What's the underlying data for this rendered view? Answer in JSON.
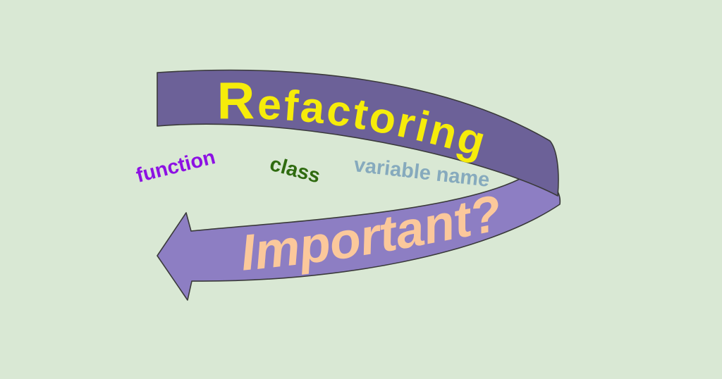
{
  "canvas": {
    "background_color": "#d9e8d4",
    "outline_color": "#3a3a3a"
  },
  "ribbon": {
    "top_band": {
      "label": "Refactoring",
      "label_initial": "R",
      "label_rest": "efactoring",
      "band_color": "#6c6198",
      "text_color": "#f6ec0a"
    },
    "bottom_band": {
      "label": "Important?",
      "band_color": "#8d7ec3",
      "text_color": "#fbc89b"
    }
  },
  "keywords": [
    {
      "label": "function",
      "color": "#8d11e3"
    },
    {
      "label": "class",
      "color": "#2f6b10"
    },
    {
      "label": "variable name",
      "color": "#86aabd"
    }
  ]
}
